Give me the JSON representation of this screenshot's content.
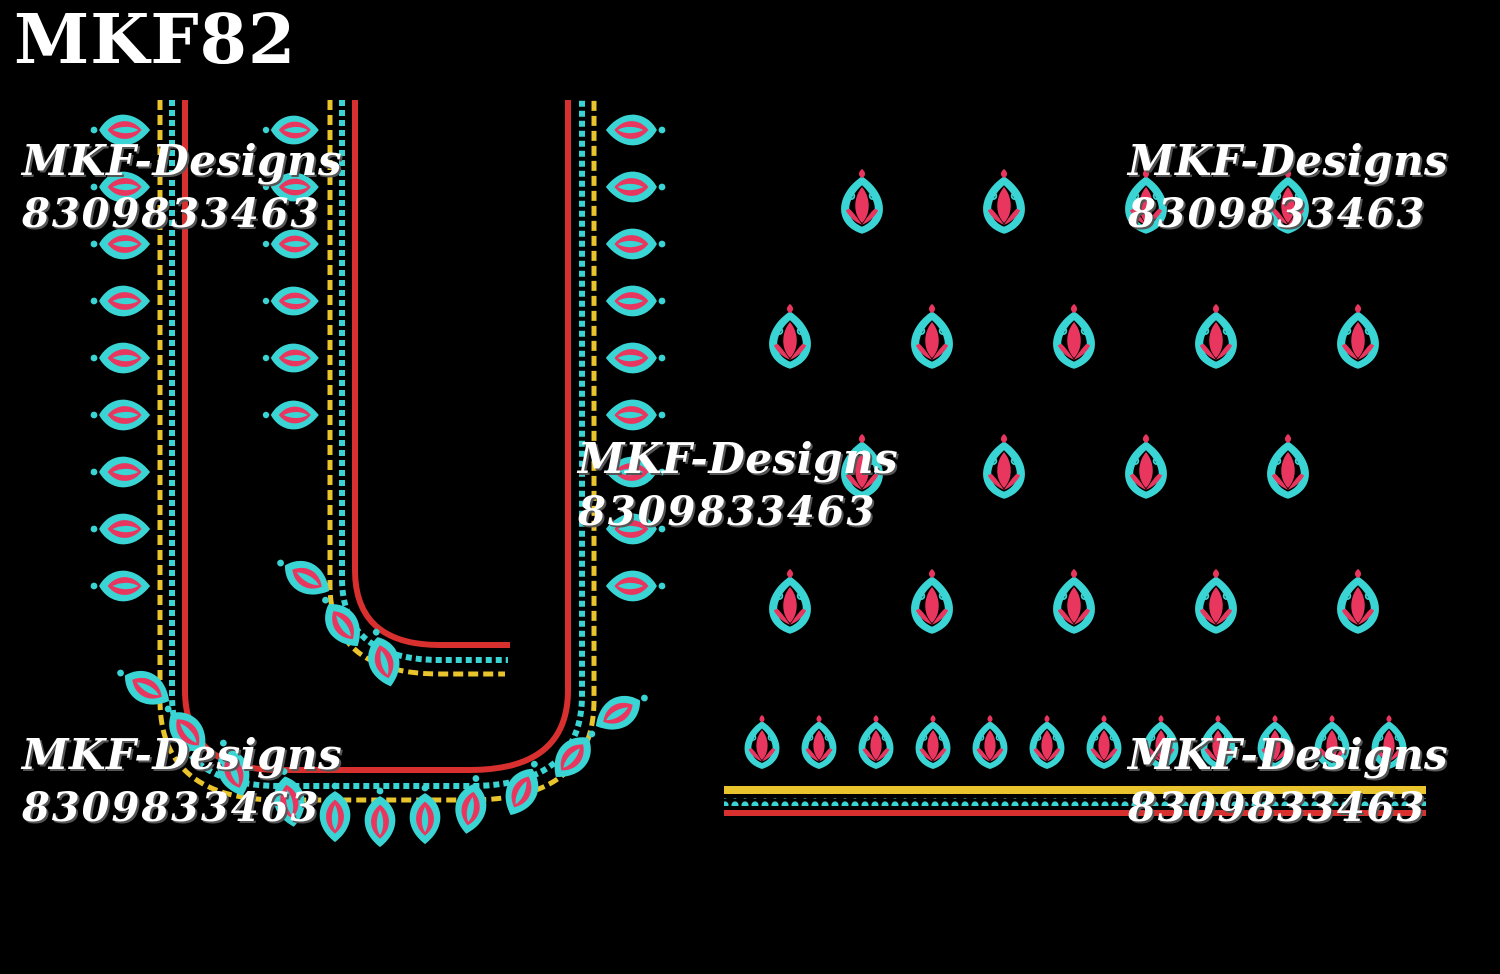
{
  "design": {
    "code": "MKF82"
  },
  "colors": {
    "background": "#000000",
    "turquoise": "#3ad4d4",
    "pink": "#e8365f",
    "yellow": "#e9c42c",
    "red": "#d8302f",
    "text": "#ffffff"
  },
  "watermarks": [
    {
      "name": "MKF-Designs",
      "phone": "8309833463"
    },
    {
      "name": "MKF-Designs",
      "phone": "8309833463"
    },
    {
      "name": "MKF-Designs",
      "phone": "8309833463"
    },
    {
      "name": "MKF-Designs",
      "phone": "8309833463"
    },
    {
      "name": "MKF-Designs",
      "phone": "8309833463"
    }
  ],
  "motifs": {
    "name": "paisley-booti",
    "rows": [
      4,
      5,
      4,
      5
    ]
  },
  "border": {
    "motif_count": 12
  }
}
